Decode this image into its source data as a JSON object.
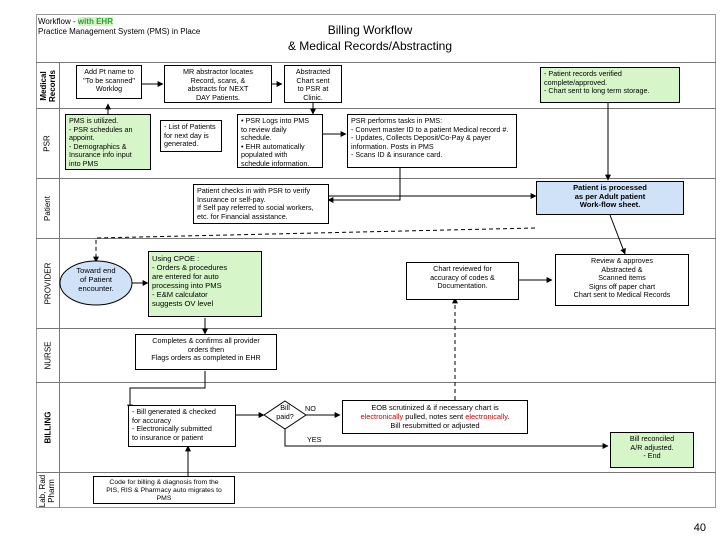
{
  "header": {
    "line1_prefix": "Workflow  - ",
    "line1_highlight": "with EHR",
    "line2": "Practice Management System (PMS) in Place",
    "title_line1": "Billing Workflow",
    "title_line2": "& Medical Records/Abstracting"
  },
  "lanes": {
    "medical_records": "Medical\nRecords",
    "psr": "PSR",
    "patient": "Patient",
    "provider": "PROVIDER",
    "nurse": "NURSE",
    "billing": "BILLING",
    "lab": "Lab, Rad\nPharm"
  },
  "boxes": {
    "mr1": "Add Pt name to\n\"To be scanned\"\nWorklog",
    "mr2": "MR abstractor locates\nRecord, scans, &\nabstracts for NEXT\nDAY Patients.",
    "mr3": "Abstracted\nChart sent\nto PSR at\nClinic.",
    "mr4": "- Patient records verified\ncomplete/approved.\n- Chart sent to long term storage.",
    "psr1": "PMS is utilized.\n - PSR schedules an\nappoint.\n - Demographics &\nInsurance info input\ninto PMS",
    "psr2": " - List of Patients\nfor next day is\ngenerated.",
    "psr3": "• PSR Logs into PMS\nto review daily\nschedule.\n• EHR automatically\npopulated with\nschedule information.",
    "psr4": "PSR performs tasks in PMS:\n - Convert  master ID  to a patient Medical record #.\n - Updates, Collects Deposit/Co-Pay & payer\ninformation. Posts in PMS\n - Scans ID & insurance card.",
    "pat1": "Patient checks in with PSR to verify\nInsurance or self-pay.\nIf Self pay referred to social workers,\netc. for Financial assistance.",
    "pat2": "Patient is processed\nas per Adult patient\nWork-flow sheet.",
    "prov_ellipse": "Toward end\nof Patient\nencounter.",
    "prov1": "Using CPOE :\n - Orders  & procedures\nare entered for auto\nprocessing into PMS\n - E&M calculator\nsuggests OV level",
    "prov2": "Chart reviewed for\naccuracy of codes &\nDocumentation.",
    "prov3": "Review  & approves\nAbstracted &\nScanned items\nSigns off paper chart\nChart sent to Medical Records",
    "nurse1": "Completes & confirms all provider\norders then\nFlags orders as completed in EHR",
    "bill1": " - Bill generated & checked\nfor accuracy\n - Electronically submitted\nto insurance or patient",
    "decision": "Bill\npaid?",
    "no": "NO",
    "yes": "YES",
    "eob_line1": "EOB scrutinized & if necessary chart is",
    "eob_red1": "electronically",
    "eob_mid": " pulled, notes sent ",
    "eob_red2": "electronically",
    "eob_end": ".",
    "eob_line3": "Bill resubmitted or adjusted",
    "bill_end": "Bill reconciled\nA/R adjusted.\n - End",
    "lab1": "Code for billing & diagnosis from the\nPIS, RIS & Pharmacy auto migrates to\nPMS"
  },
  "page_number": "40"
}
